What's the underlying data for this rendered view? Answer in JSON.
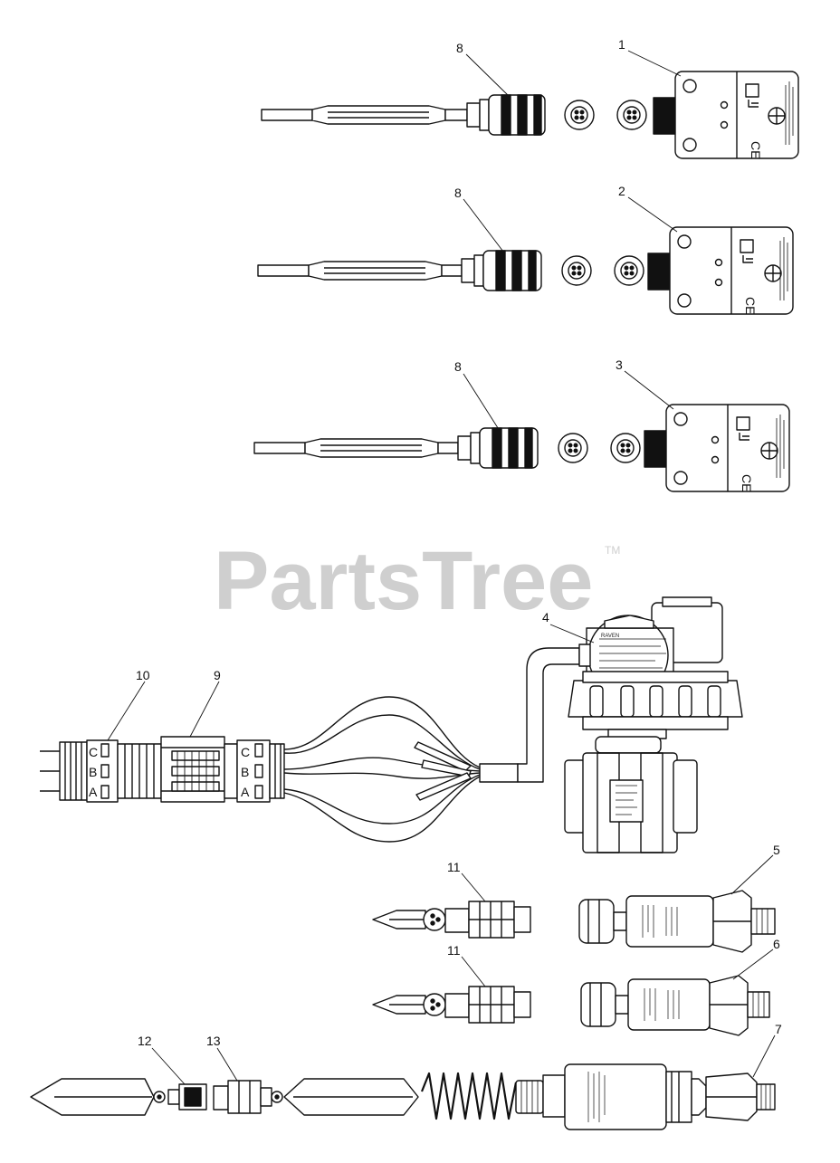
{
  "watermark": {
    "brand": "PartsTree",
    "trademark": "TM"
  },
  "callouts": {
    "c1": "1",
    "c2": "2",
    "c3": "3",
    "c4": "4",
    "c5": "5",
    "c6": "6",
    "c7": "7",
    "c8a": "8",
    "c8b": "8",
    "c8c": "8",
    "c9": "9",
    "c10": "10",
    "c11a": "11",
    "c11b": "11",
    "c12": "12",
    "c13": "13"
  },
  "markings": {
    "ce": "CE",
    "connector_letters": [
      "C",
      "B",
      "A"
    ]
  }
}
